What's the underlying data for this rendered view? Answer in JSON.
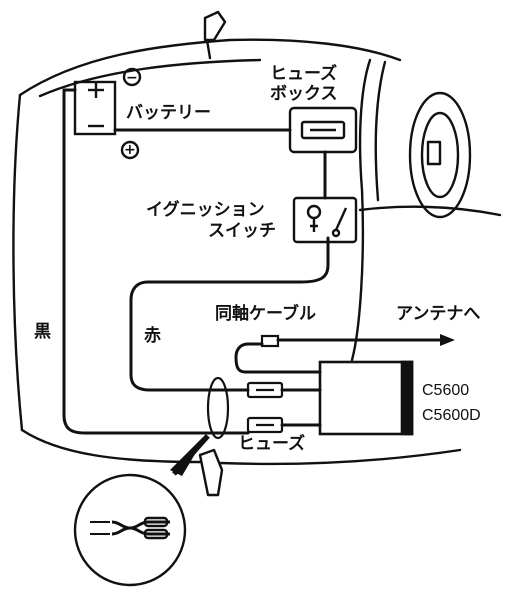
{
  "labels": {
    "battery": "バッテリー",
    "fuse_box_line1": "ヒューズ",
    "fuse_box_line2": "ボックス",
    "ignition_line1": "イグニッション",
    "ignition_line2": "スイッチ",
    "coax_cable": "同軸ケーブル",
    "to_antenna": "アンテナへ",
    "black_wire": "黒",
    "red_wire": "赤",
    "model_1": "C5600",
    "model_2": "C5600D",
    "fuse": "ヒューズ",
    "battery_minus": "−",
    "battery_plus": "+"
  }
}
